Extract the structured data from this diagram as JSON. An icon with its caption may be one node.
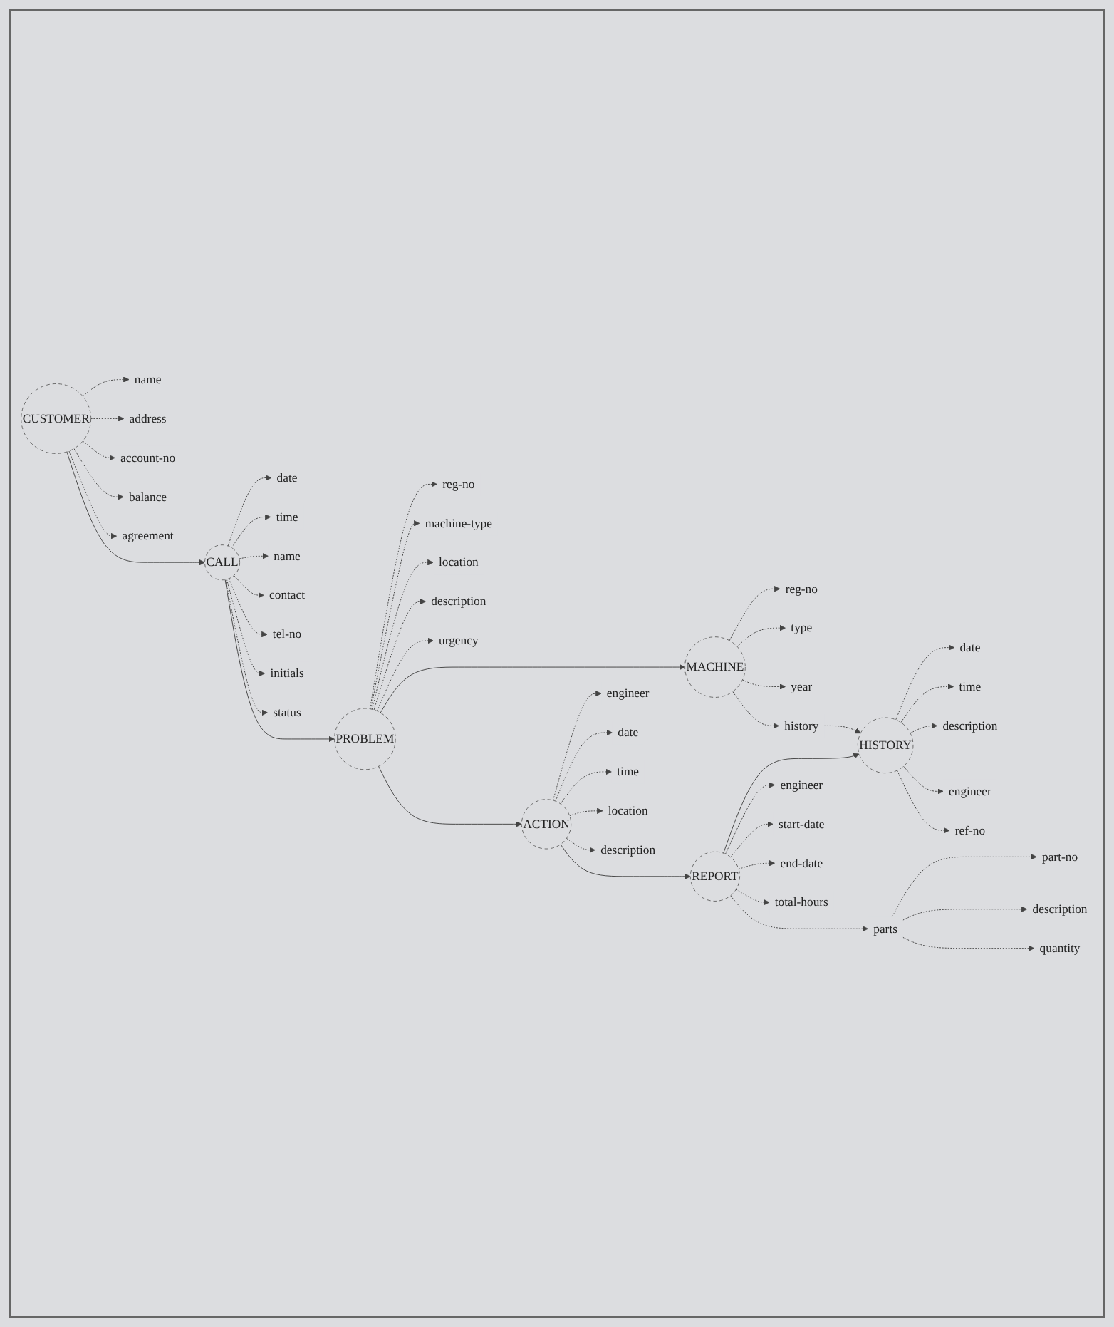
{
  "diagram": {
    "nodes": [
      {
        "text": [
          "CUSTOMER"
        ]
      },
      {
        "text": [
          "name"
        ]
      },
      {
        "text": [
          "address"
        ]
      },
      {
        "text": [
          "account-no"
        ]
      },
      {
        "text": [
          "balance"
        ]
      },
      {
        "text": [
          "agreement"
        ]
      },
      {
        "text": [
          "CALL"
        ]
      },
      {
        "text": [
          "date"
        ]
      },
      {
        "text": [
          "time"
        ]
      },
      {
        "text": [
          "name"
        ]
      },
      {
        "text": [
          "contact"
        ]
      },
      {
        "text": [
          "tel-no"
        ]
      },
      {
        "text": [
          "initials"
        ]
      },
      {
        "text": [
          "status"
        ]
      },
      {
        "text": [
          "PROBLEM"
        ]
      },
      {
        "text": [
          "reg-no"
        ]
      },
      {
        "text": [
          "machine-type"
        ]
      },
      {
        "text": [
          "location"
        ]
      },
      {
        "text": [
          "description"
        ]
      },
      {
        "text": [
          "urgency"
        ]
      },
      {
        "text": [
          "MACHINE"
        ]
      },
      {
        "text": [
          "reg-no"
        ]
      },
      {
        "text": [
          "type"
        ]
      },
      {
        "text": [
          "year"
        ]
      },
      {
        "text": [
          "history"
        ]
      },
      {
        "text": [
          "ACTION"
        ]
      },
      {
        "text": [
          "engineer"
        ]
      },
      {
        "text": [
          "date"
        ]
      },
      {
        "text": [
          "time"
        ]
      },
      {
        "text": [
          "location"
        ]
      },
      {
        "text": [
          "description"
        ]
      },
      {
        "text": [
          "HISTORY"
        ]
      },
      {
        "text": [
          "date"
        ]
      },
      {
        "text": [
          "time"
        ]
      },
      {
        "text": [
          "description"
        ]
      },
      {
        "text": [
          "engineer"
        ]
      },
      {
        "text": [
          "ref-no"
        ]
      },
      {
        "text": [
          "REPORT"
        ]
      },
      {
        "text": [
          "engineer"
        ]
      },
      {
        "text": [
          "start-date"
        ]
      },
      {
        "text": [
          "end-date"
        ]
      },
      {
        "text": [
          "total-hours"
        ]
      },
      {
        "text": [
          "parts"
        ]
      },
      {
        "text": [
          "part-no"
        ]
      },
      {
        "text": [
          "description"
        ]
      },
      {
        "text": [
          "quantity"
        ]
      }
    ],
    "edges": [
      {
        "from": 0,
        "to": 1,
        "arrow": "to",
        "style": "dashed"
      },
      {
        "from": 0,
        "to": 2,
        "arrow": "to",
        "style": "dashed"
      },
      {
        "from": 0,
        "to": 3,
        "arrow": "to",
        "style": "dashed"
      },
      {
        "from": 0,
        "to": 4,
        "arrow": "to",
        "style": "dashed"
      },
      {
        "from": 0,
        "to": 5,
        "arrow": "to",
        "style": "dashed"
      },
      {
        "from": 0,
        "to": 6,
        "arrow": "to"
      },
      {
        "from": 6,
        "to": 7,
        "arrow": "to",
        "style": "dashed"
      },
      {
        "from": 6,
        "to": 8,
        "arrow": "to",
        "style": "dashed"
      },
      {
        "from": 6,
        "to": 9,
        "arrow": "to",
        "style": "dashed"
      },
      {
        "from": 6,
        "to": 10,
        "arrow": "to",
        "style": "dashed"
      },
      {
        "from": 6,
        "to": 11,
        "arrow": "to",
        "style": "dashed"
      },
      {
        "from": 6,
        "to": 12,
        "arrow": "to",
        "style": "dashed"
      },
      {
        "from": 6,
        "to": 13,
        "arrow": "to",
        "style": "dashed"
      },
      {
        "from": 6,
        "to": 14,
        "arrow": "to"
      },
      {
        "from": 14,
        "to": 15,
        "arrow": "to",
        "style": "dashed"
      },
      {
        "from": 14,
        "to": 16,
        "arrow": "to",
        "style": "dashed"
      },
      {
        "from": 14,
        "to": 17,
        "arrow": "to",
        "style": "dashed"
      },
      {
        "from": 14,
        "to": 18,
        "arrow": "to",
        "style": "dashed"
      },
      {
        "from": 14,
        "to": 19,
        "arrow": "to",
        "style": "dashed"
      },
      {
        "from": 14,
        "to": 20,
        "arrow": "to"
      },
      {
        "from": 20,
        "to": 21,
        "arrow": "to",
        "style": "dashed"
      },
      {
        "from": 20,
        "to": 22,
        "arrow": "to",
        "style": "dashed"
      },
      {
        "from": 20,
        "to": 23,
        "arrow": "to",
        "style": "dashed"
      },
      {
        "from": 20,
        "to": 24,
        "arrow": "to",
        "style": "dashed"
      },
      {
        "from": 14,
        "to": 25,
        "arrow": "to"
      },
      {
        "from": 24,
        "to": 31,
        "arrow": "to",
        "style": "dashed"
      },
      {
        "from": 25,
        "to": 26,
        "arrow": "to",
        "style": "dashed"
      },
      {
        "from": 25,
        "to": 27,
        "arrow": "to",
        "style": "dashed"
      },
      {
        "from": 25,
        "to": 28,
        "arrow": "to",
        "style": "dashed"
      },
      {
        "from": 25,
        "to": 29,
        "arrow": "to",
        "style": "dashed"
      },
      {
        "from": 25,
        "to": 30,
        "arrow": "to",
        "style": "dashed"
      },
      {
        "from": 31,
        "to": 32,
        "arrow": "to",
        "style": "dashed"
      },
      {
        "from": 31,
        "to": 33,
        "arrow": "to",
        "style": "dashed"
      },
      {
        "from": 31,
        "to": 34,
        "arrow": "to",
        "style": "dashed"
      },
      {
        "from": 31,
        "to": 35,
        "arrow": "to",
        "style": "dashed"
      },
      {
        "from": 31,
        "to": 36,
        "arrow": "to",
        "style": "dashed"
      },
      {
        "from": 25,
        "to": 37,
        "arrow": "to"
      },
      {
        "from": 37,
        "to": 31,
        "arrow": "to"
      },
      {
        "from": 37,
        "to": 38,
        "arrow": "to",
        "style": "dashed"
      },
      {
        "from": 37,
        "to": 39,
        "arrow": "to",
        "style": "dashed"
      },
      {
        "from": 37,
        "to": 40,
        "arrow": "to",
        "style": "dashed"
      },
      {
        "from": 37,
        "to": 41,
        "arrow": "to",
        "style": "dashed"
      },
      {
        "from": 37,
        "to": 42,
        "arrow": "to",
        "style": "dashed"
      },
      {
        "from": 42,
        "to": 43,
        "arrow": "to",
        "style": "dashed"
      },
      {
        "from": 42,
        "to": 44,
        "arrow": "to",
        "style": "dashed"
      },
      {
        "from": 42,
        "to": 45,
        "arrow": "to",
        "style": "dashed"
      }
    ]
  }
}
